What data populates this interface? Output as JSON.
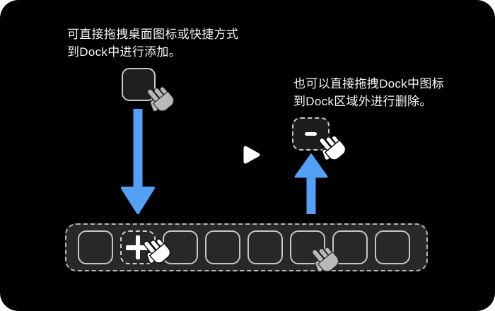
{
  "canvas": {
    "background": "#000000",
    "page_background": "#ffffff"
  },
  "instructions": {
    "add": {
      "lines": [
        "可直接拖拽桌面图标或快捷方式",
        "到Dock中进行添加。"
      ]
    },
    "remove": {
      "lines": [
        "也可以直接拖拽Dock中图标",
        "到Dock区域外进行删除。"
      ]
    }
  },
  "icons": {
    "add_symbol": "+",
    "remove_symbol": "−",
    "play": "play-triangle",
    "cursor": "hand-cursor",
    "desktop_item": "app-icon-placeholder"
  },
  "colors": {
    "arrow_blue": "#53a1f7",
    "text": "#f5f5f5",
    "outline_gray": "#c9c9c9",
    "dock_fill": "#282828",
    "icon_fill": "#1e1e1e",
    "hand_gray": "#b9b9b9",
    "hand_white": "#ffffff"
  },
  "dock": {
    "slot_count": 8,
    "slots": [
      "empty",
      "add",
      "empty",
      "empty",
      "empty",
      "empty",
      "empty",
      "empty"
    ]
  }
}
